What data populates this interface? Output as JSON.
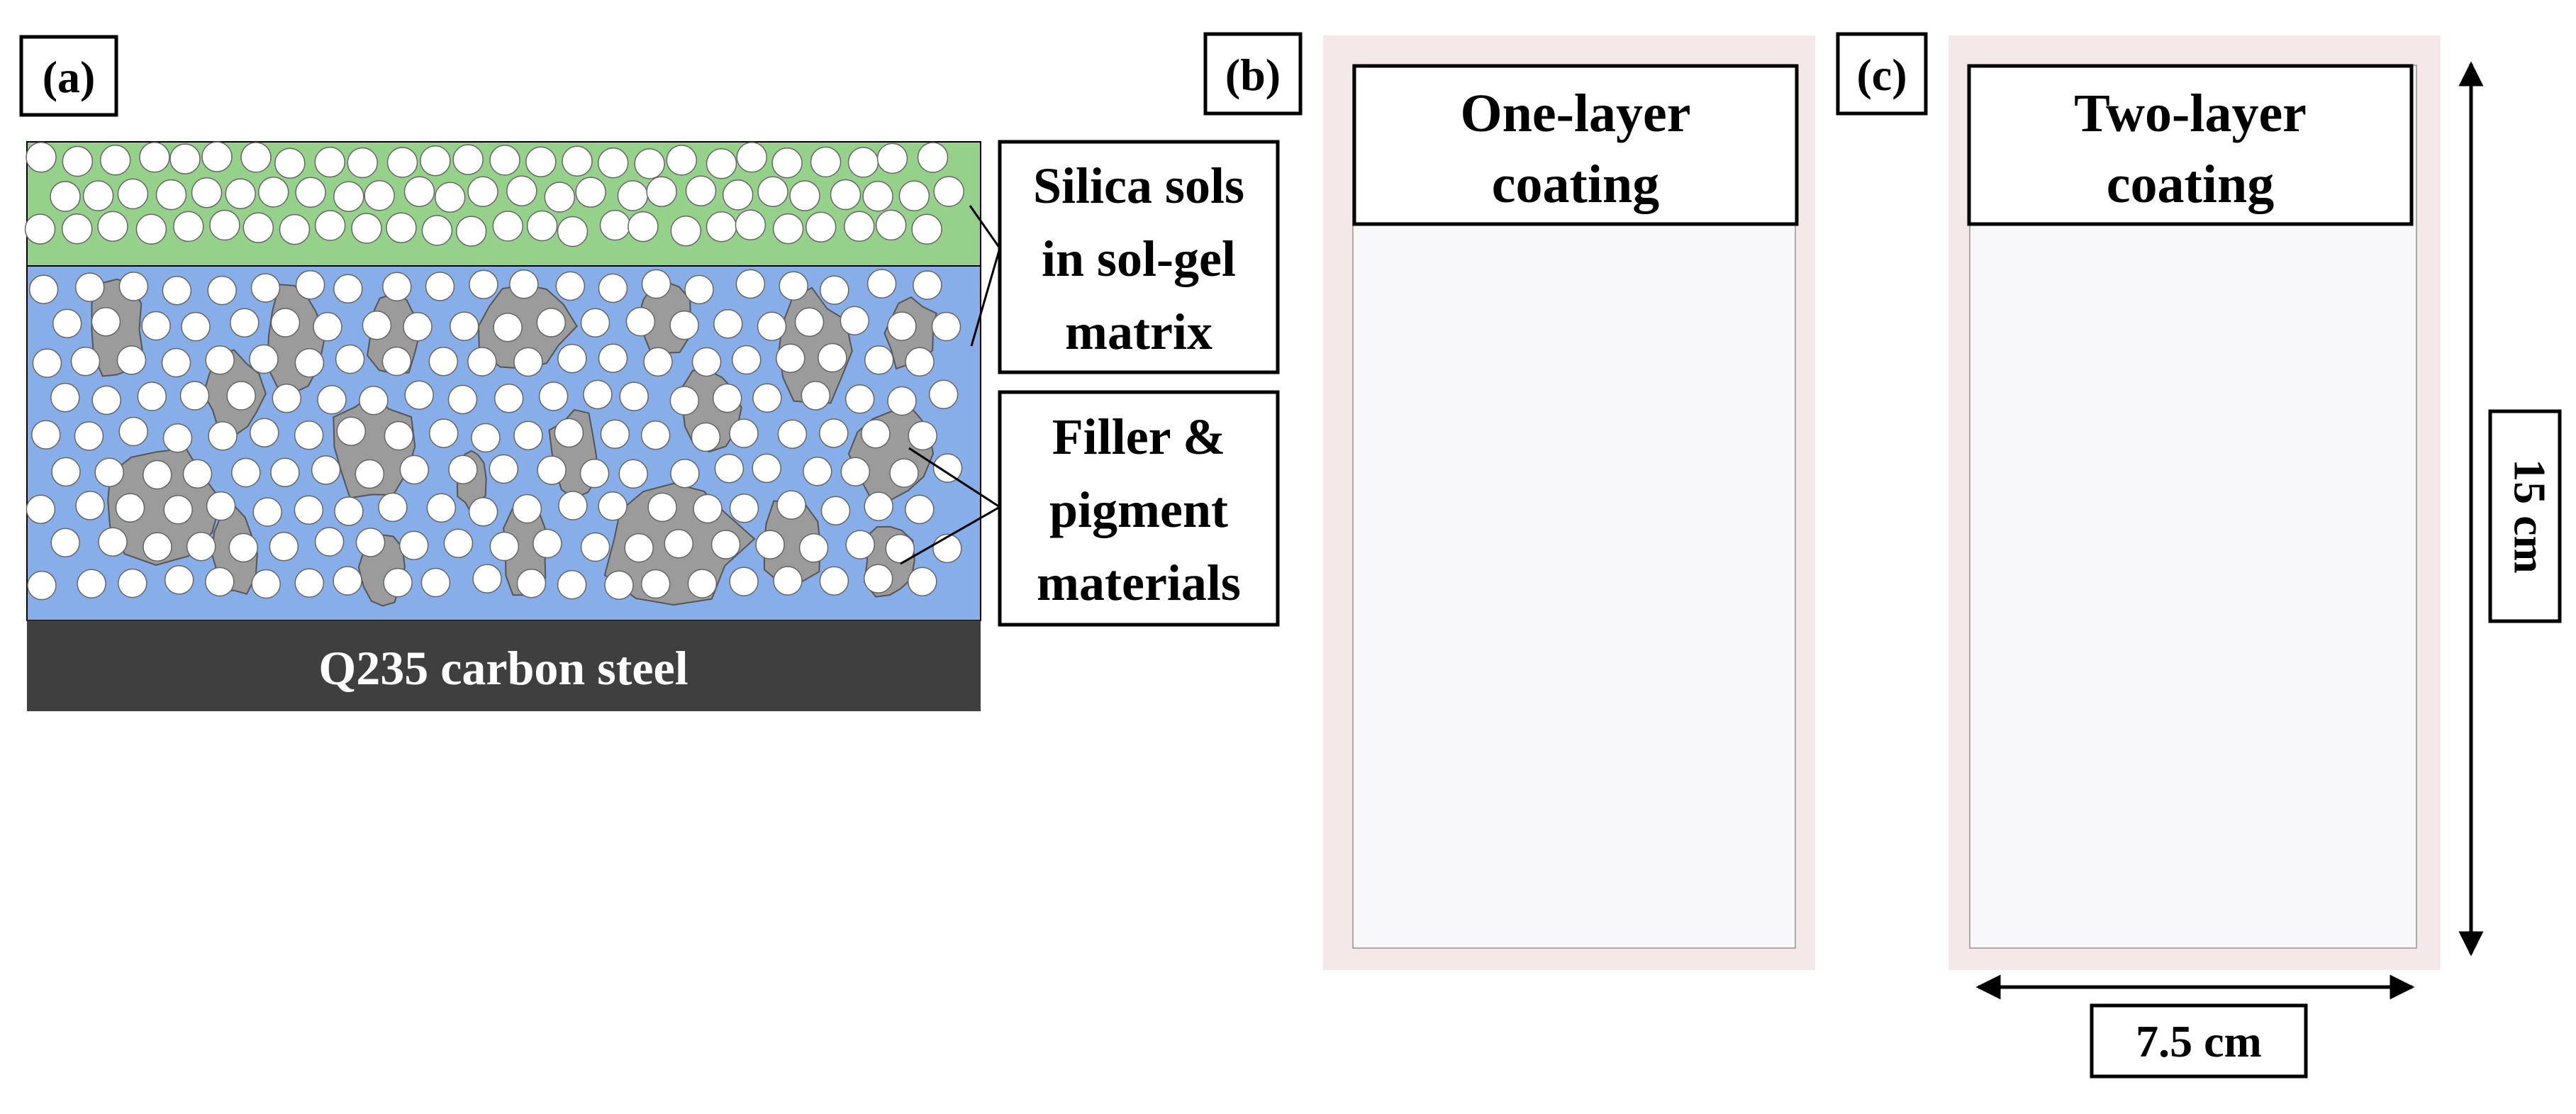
{
  "panels": {
    "a": {
      "label": "(a)",
      "steel_label": "Q235 carbon steel",
      "callout_sols": [
        "Silica sols",
        "in sol-gel",
        "matrix"
      ],
      "callout_filler": [
        "Filler &",
        "pigment",
        "materials"
      ],
      "colors": {
        "top_layer": "#96d18b",
        "bottom_layer": "#87aee8",
        "steel": "#3f3f3f",
        "sphere": "#ffffff",
        "filler": "#9b9b9b"
      }
    },
    "b": {
      "label": "(b)",
      "title": [
        "One-layer",
        "coating"
      ]
    },
    "c": {
      "label": "(c)",
      "title": [
        "Two-layer",
        "coating"
      ],
      "height_label": "15 cm",
      "width_label": "7.5 cm"
    }
  },
  "colors": {
    "panel_border": "#f4e9e8",
    "panel_surface": "#f8f8fa",
    "outline": "#000000"
  }
}
